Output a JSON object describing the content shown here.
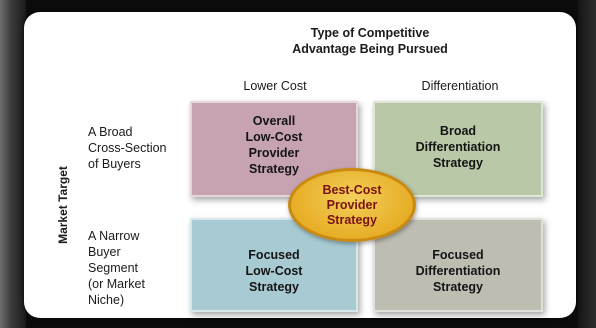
{
  "header": {
    "title": "Type of Competitive\nAdvantage Being Pursued"
  },
  "columns": {
    "lower_cost": "Lower Cost",
    "differentiation": "Differentiation"
  },
  "rows": {
    "broad": "A Broad\nCross-Section\nof Buyers",
    "narrow": "A Narrow\nBuyer\nSegment\n(or Market\nNiche)"
  },
  "side_label": "Market Target",
  "strategies": {
    "overall_low_cost": "Overall\nLow-Cost\nProvider\nStrategy",
    "broad_differentiation": "Broad\nDifferentiation\nStrategy",
    "focused_low_cost": "Focused\nLow-Cost\nStrategy",
    "focused_differentiation": "Focused\nDifferentiation\nStrategy",
    "best_cost": "Best-Cost\nProvider\nStrategy"
  },
  "colors": {
    "overall_low_cost": "#c7a3b2",
    "broad_differentiation": "#b9c8a6",
    "focused_low_cost": "#a8cbd3",
    "focused_differentiation": "#bdbdb1",
    "best_cost_fill": "#e7ae27",
    "best_cost_text": "#7a1414"
  }
}
